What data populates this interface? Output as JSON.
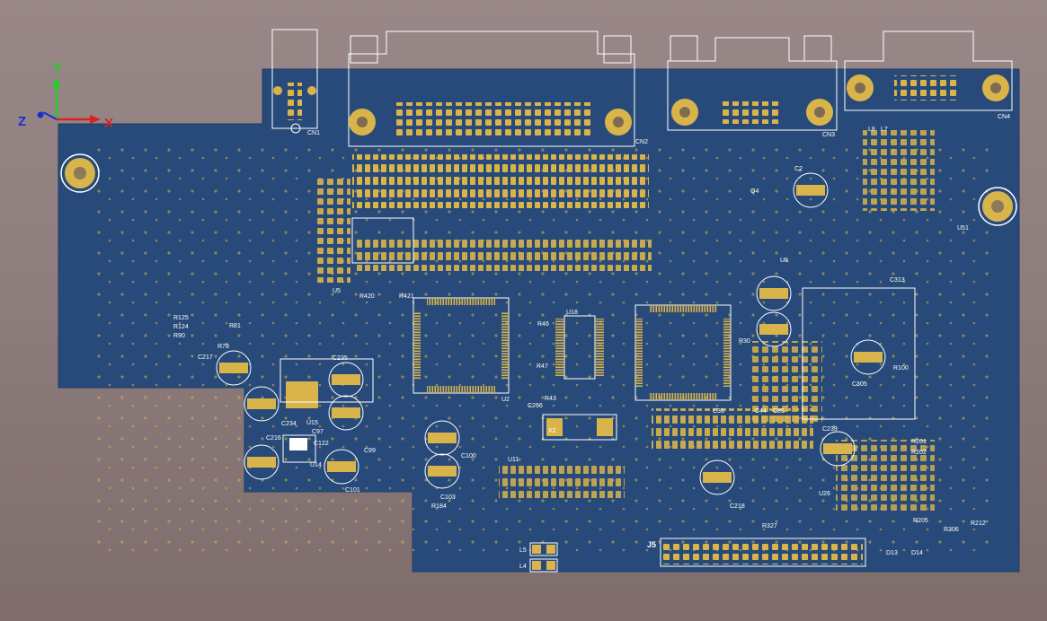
{
  "colors": {
    "background": "#8f7e7e",
    "board": "#274a7a",
    "pad": "#d9b44a",
    "silkscreen": "#ffffff",
    "axis_x": "#e0201e",
    "axis_y": "#1fd02a",
    "axis_z": "#1a2fd0"
  },
  "axes": {
    "x": "X",
    "y": "Y",
    "z": "Z"
  },
  "connectors": {
    "cn1": "CN1",
    "cn2": "CN2",
    "cn3": "CN3",
    "cn4": "CN4",
    "j5": "J5"
  },
  "designators": {
    "r125": "R125",
    "r124": "R124",
    "r90": "R90",
    "r81": "R81",
    "r78": "R78",
    "c217": "C217",
    "c235": "C235",
    "c234": "C234",
    "c97": "C97",
    "u15": "U15",
    "c216": "C216",
    "c122": "C122",
    "c99": "C99",
    "c101": "C101",
    "u14": "U14",
    "c100": "C100",
    "c103": "C103",
    "r184": "R184",
    "u11": "U11",
    "u2": "U2",
    "x2": "X2",
    "u18": "U18",
    "c266": "C266",
    "r43": "R43",
    "r46": "R46",
    "r47": "R47",
    "c36": "C36",
    "c44": "C44",
    "c85": "C85",
    "c218": "C218",
    "r327": "R327",
    "u8": "U8",
    "u26": "U26",
    "c239": "C239",
    "r201": "R201",
    "r202": "R202",
    "r212": "R212",
    "r206": "R206",
    "r205": "R205",
    "d13": "D13",
    "d14": "D14",
    "l5": "L5",
    "l4": "L4",
    "c305": "C305",
    "r100": "R100",
    "c313": "C313",
    "u5": "U5",
    "r420": "R420",
    "r421": "R421",
    "u51": "U51",
    "l7": "L7",
    "l8": "L8",
    "c2": "C2",
    "q4": "Q4",
    "r30": "R30"
  }
}
